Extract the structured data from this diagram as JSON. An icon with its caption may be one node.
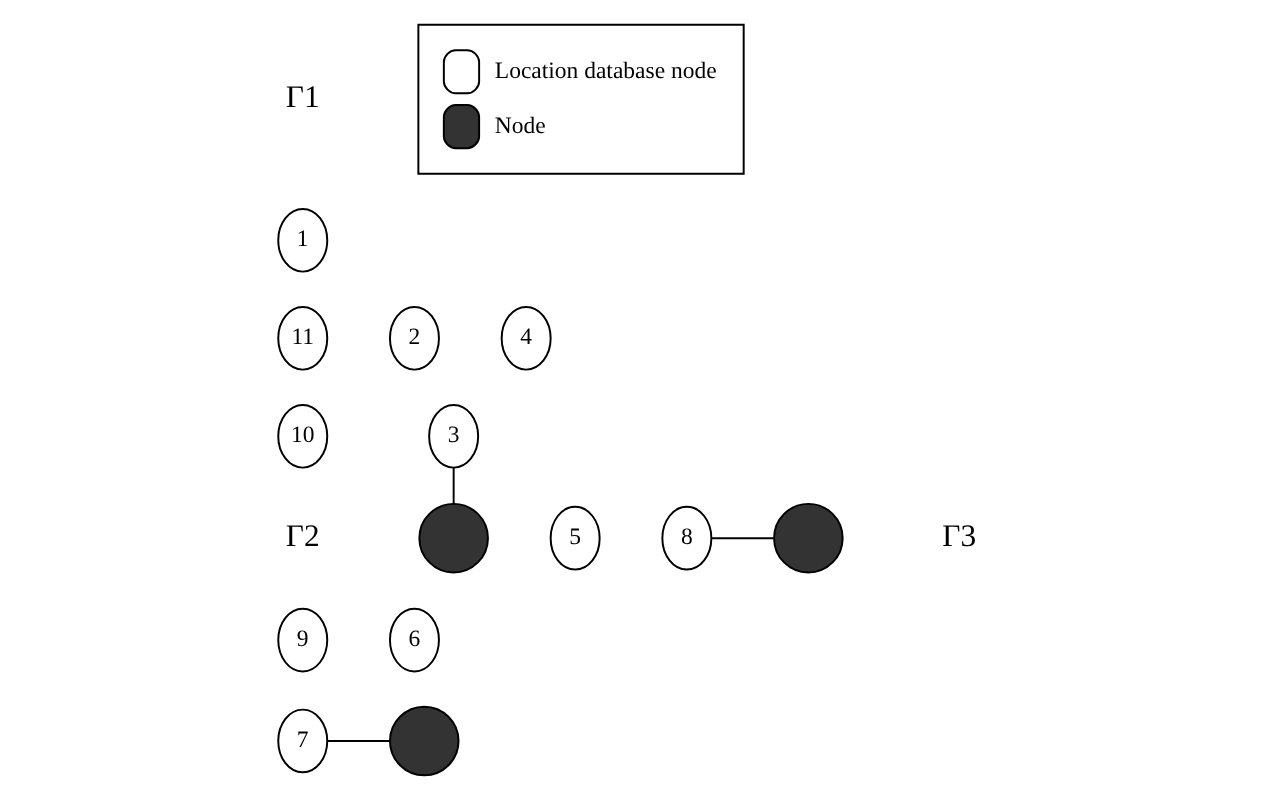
{
  "diagram": {
    "nodes": [
      {
        "text": [
          "1"
        ]
      },
      {
        "text": [
          "2"
        ]
      },
      {
        "text": [
          "3"
        ]
      },
      {
        "text": [
          "4"
        ]
      },
      {
        "text": [
          "5"
        ]
      },
      {
        "text": [
          "6"
        ]
      },
      {
        "text": [
          "7"
        ]
      },
      {
        "text": [
          "8"
        ]
      },
      {
        "text": [
          "9"
        ]
      },
      {
        "text": [
          "10"
        ]
      },
      {
        "text": [
          "11"
        ]
      },
      {
        "text": [],
        "shape": "circle"
      },
      {
        "text": [],
        "shape": "circle"
      },
      {
        "text": [],
        "shape": "circle"
      }
    ],
    "edges": [
      {
        "from": 2,
        "to": 13,
        "arrow": "none"
      },
      {
        "from": 7,
        "to": 11,
        "arrow": "none"
      },
      {
        "from": 6,
        "to": 12,
        "arrow": "none"
      }
    ],
    "labels": [
      "Γ1",
      "Γ2",
      "Γ3"
    ],
    "legend": [
      {
        "text": "Location database node"
      },
      {
        "text": "Node"
      }
    ]
  }
}
